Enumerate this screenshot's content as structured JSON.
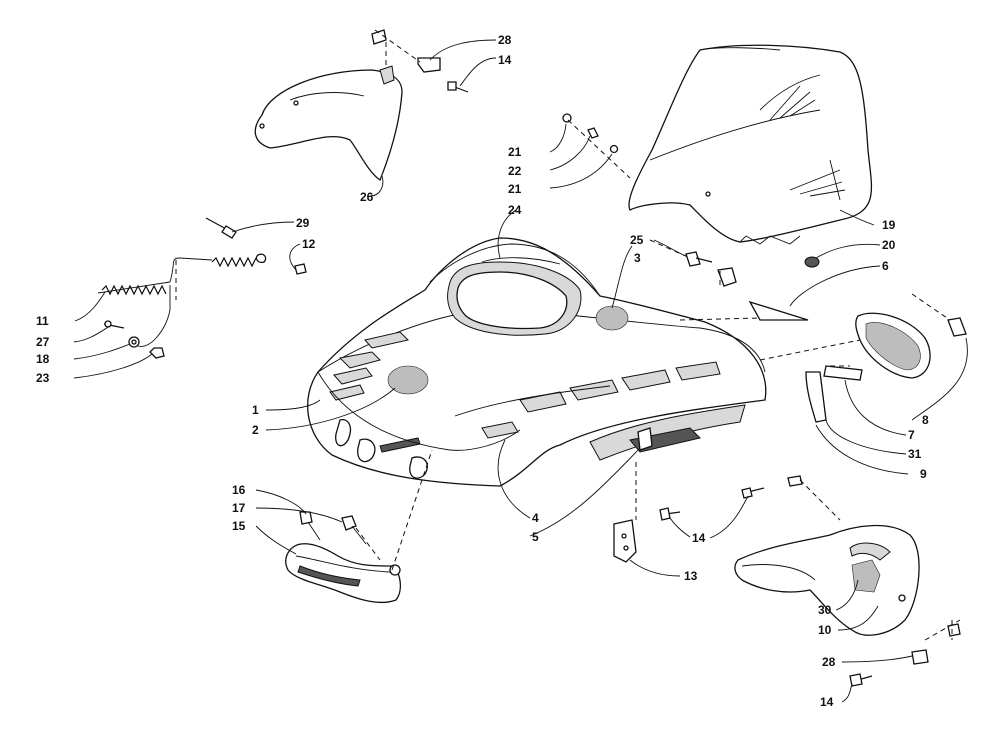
{
  "callouts": {
    "c1": "1",
    "c2": "2",
    "c3": "3",
    "c4": "4",
    "c5": "5",
    "c6": "6",
    "c7": "7",
    "c8": "8",
    "c9": "9",
    "c10": "10",
    "c11": "11",
    "c12": "12",
    "c13": "13",
    "c14a": "14",
    "c14b": "14",
    "c14c": "14",
    "c15": "15",
    "c16": "16",
    "c17": "17",
    "c18": "18",
    "c19": "19",
    "c20": "20",
    "c21a": "21",
    "c21b": "21",
    "c22": "22",
    "c23": "23",
    "c24": "24",
    "c25": "25",
    "c26": "26",
    "c27": "27",
    "c28a": "28",
    "c28b": "28",
    "c29": "29",
    "c30": "30",
    "c31": "31"
  }
}
